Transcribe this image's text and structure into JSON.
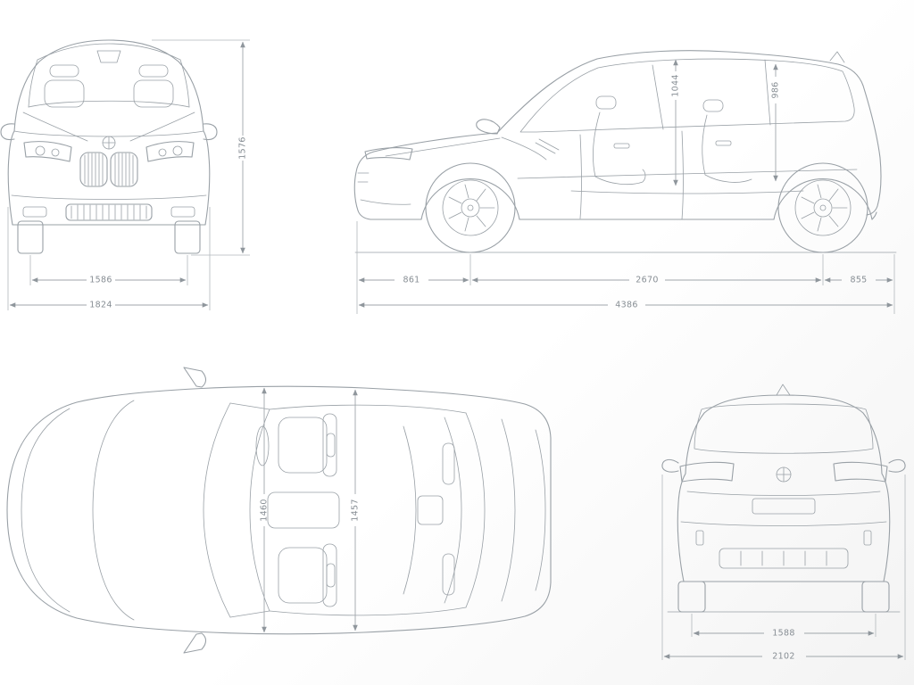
{
  "meta": {
    "background_color": "#ffffff",
    "line_color": "#99a0a6",
    "dimension_line_color": "#a0a6ab",
    "label_color": "#878e94"
  },
  "dimensions": {
    "front": {
      "height": "1576",
      "track_width": "1586",
      "overall_width": "1824"
    },
    "side": {
      "front_interior_height": "1044",
      "rear_interior_height": "986",
      "front_overhang": "861",
      "wheelbase": "2670",
      "rear_overhang": "855",
      "overall_length": "4386"
    },
    "top": {
      "front_interior_width": "1460",
      "rear_interior_width": "1457"
    },
    "rear": {
      "rear_track": "1588",
      "width_incl_mirrors": "2102"
    }
  }
}
